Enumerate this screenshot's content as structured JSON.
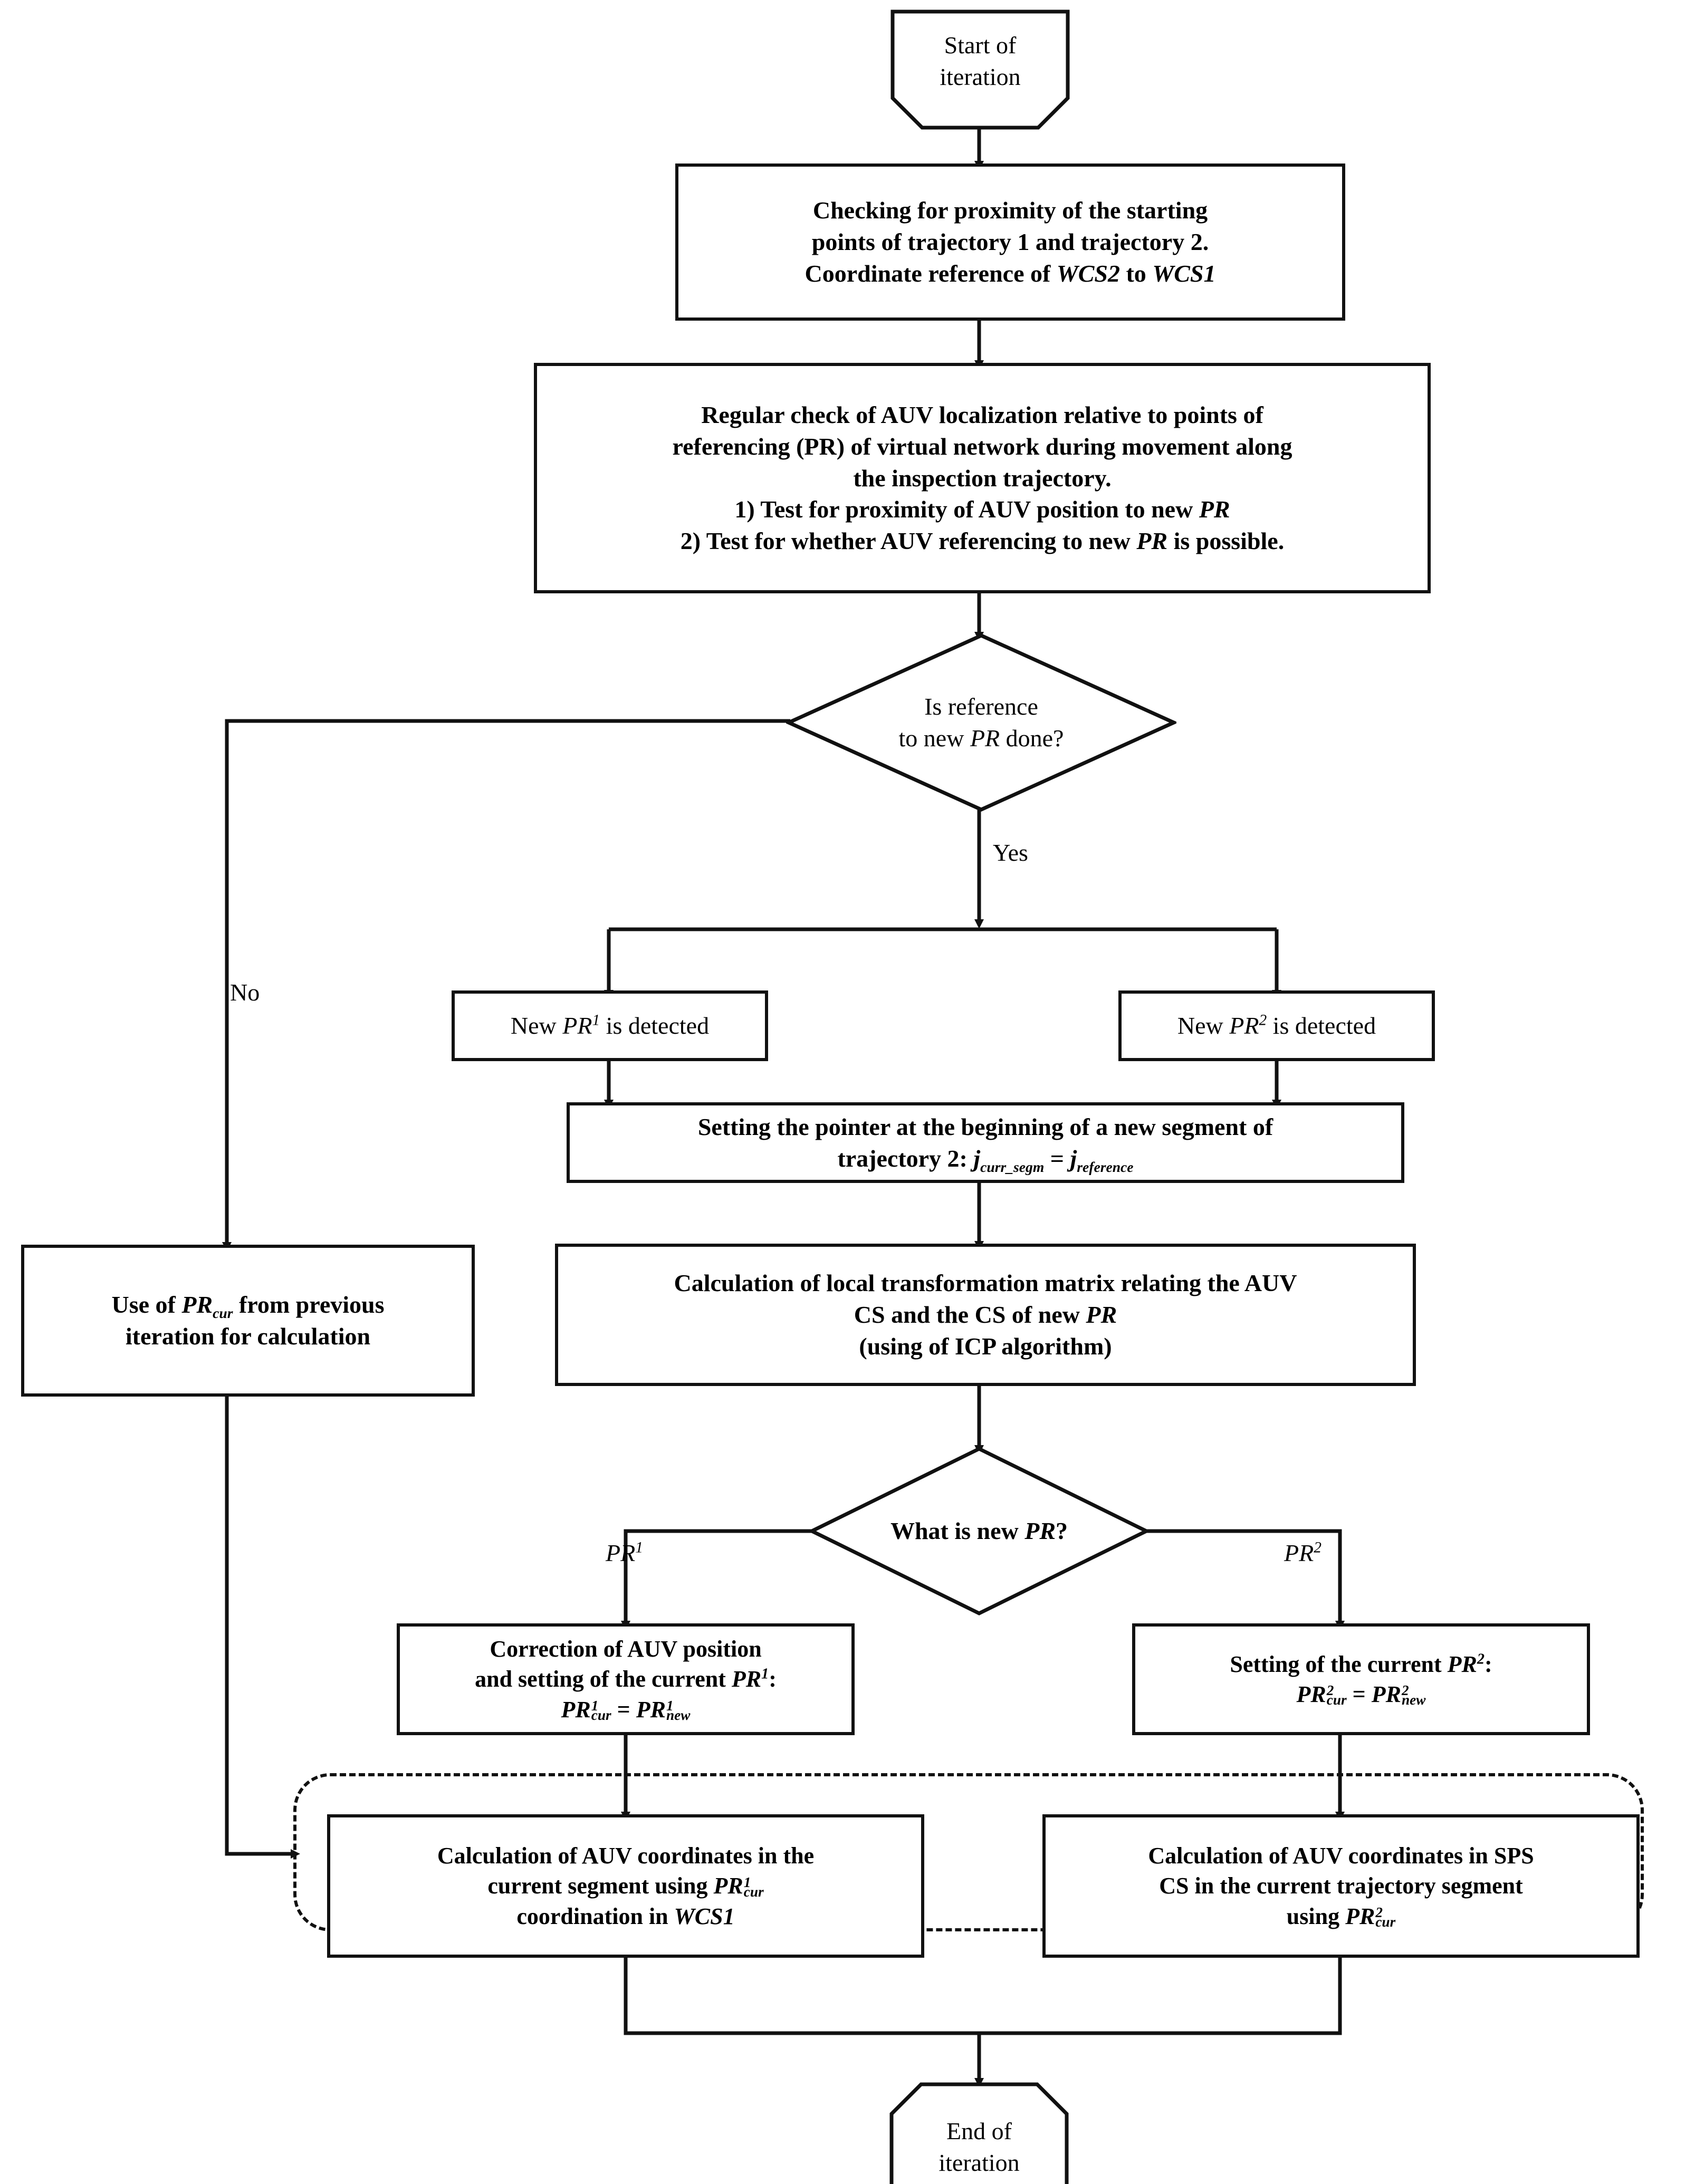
{
  "diagram": {
    "title": "AUV localization iteration flowchart",
    "line_color": "#111111",
    "background": "#ffffff"
  },
  "nodes": {
    "start": {
      "id": "start",
      "type": "terminator",
      "text": "Start of\niteration",
      "line1": "Start of",
      "line2": "iteration"
    },
    "check_proximity": {
      "id": "check-proximity",
      "type": "process",
      "line1": "Checking for proximity of the starting",
      "line2": "points of trajectory 1 and trajectory 2.",
      "line3_a": "Coordinate reference of ",
      "line3_i1": "WCS2",
      "line3_b": " to ",
      "line3_i2": "WCS1"
    },
    "regular_check": {
      "id": "regular-check",
      "type": "process",
      "line1": "Regular check of AUV localization relative to points of",
      "line2": "referencing (PR) of virtual network during movement along",
      "line3": "the inspection trajectory.",
      "line4_a": "1) Test for proximity of AUV position to new ",
      "line4_i": "PR",
      "line5_a": "2) Test for whether AUV referencing to new ",
      "line5_i": "PR",
      "line5_b": " is possible."
    },
    "decision_ref": {
      "id": "is-reference-done",
      "type": "decision",
      "line1": "Is reference",
      "line2_a": "to new ",
      "line2_i": "PR",
      "line2_b": " done?"
    },
    "new_pr1": {
      "id": "new-pr1-detected",
      "type": "process",
      "pre": "New ",
      "sym": "PR",
      "sup": "1",
      "post": " is detected"
    },
    "new_pr2": {
      "id": "new-pr2-detected",
      "type": "process",
      "pre": "New ",
      "sym": "PR",
      "sup": "2",
      "post": " is detected"
    },
    "set_pointer": {
      "id": "set-pointer",
      "type": "process",
      "line1": "Setting the pointer at the beginning of a new segment of",
      "line2_a": "trajectory 2:  ",
      "line2_j1": "j",
      "line2_sub1": "curr_segm",
      "line2_eq": " = ",
      "line2_j2": "j",
      "line2_sub2": "reference"
    },
    "calc_matrix": {
      "id": "calc-transform-matrix",
      "type": "process",
      "line1": "Calculation of local transformation matrix relating the AUV",
      "line2_a": "CS and the CS of new ",
      "line2_i": "PR",
      "line3": "(using of ICP algorithm)"
    },
    "use_prcur": {
      "id": "use-prcur-previous",
      "type": "process",
      "line1_a": "Use of ",
      "line1_sym": "PR",
      "line1_sub": "cur",
      "line1_b": " from previous",
      "line2": "iteration for calculation"
    },
    "decision_what": {
      "id": "what-is-new-pr",
      "type": "decision",
      "line1_a": "What is new ",
      "line1_i": "PR",
      "line1_b": "?"
    },
    "correction_pr1": {
      "id": "correction-auv-pr1",
      "type": "process",
      "line1": "Correction of AUV position",
      "line2_a": "and setting of the current ",
      "line2_sym": "PR",
      "line2_sup": "1",
      "line2_b": ":",
      "eq_lsym": "PR",
      "eq_lsup": "1",
      "eq_lsub": "cur",
      "eq_op": " = ",
      "eq_rsym": "PR",
      "eq_rsup": "1",
      "eq_rsub": "new"
    },
    "setting_pr2": {
      "id": "setting-current-pr2",
      "type": "process",
      "line1_a": "Setting of the current ",
      "line1_sym": "PR",
      "line1_sup": "2",
      "line1_b": ":",
      "eq_lsym": "PR",
      "eq_lsup": "2",
      "eq_lsub": "cur",
      "eq_op": " = ",
      "eq_rsym": "PR",
      "eq_rsup": "2",
      "eq_rsub": "new"
    },
    "calc_coords_wcs1": {
      "id": "calc-auv-coords-wcs1",
      "type": "process",
      "line1": "Calculation of AUV coordinates in the",
      "line2_a": "current segment using ",
      "line2_sym": "PR",
      "line2_sup": "1",
      "line2_sub": "cur",
      "line3_a": "coordination in ",
      "line3_i": "WCS1"
    },
    "calc_coords_sps": {
      "id": "calc-auv-coords-sps",
      "type": "process",
      "line1": "Calculation of AUV coordinates in SPS",
      "line2": "CS in the current trajectory segment",
      "line3_a": "using ",
      "line3_sym": "PR",
      "line3_sup": "2",
      "line3_sub": "cur"
    },
    "end": {
      "id": "end",
      "type": "terminator",
      "line1": "End of",
      "line2": "iteration"
    }
  },
  "edge_labels": {
    "yes": "Yes",
    "no": "No",
    "branch_pr1": {
      "sym": "PR",
      "sup": "1"
    },
    "branch_pr2": {
      "sym": "PR",
      "sup": "2"
    }
  },
  "groups": {
    "dashed_group": {
      "id": "dashed-group",
      "style": "dashed-rounded"
    }
  }
}
